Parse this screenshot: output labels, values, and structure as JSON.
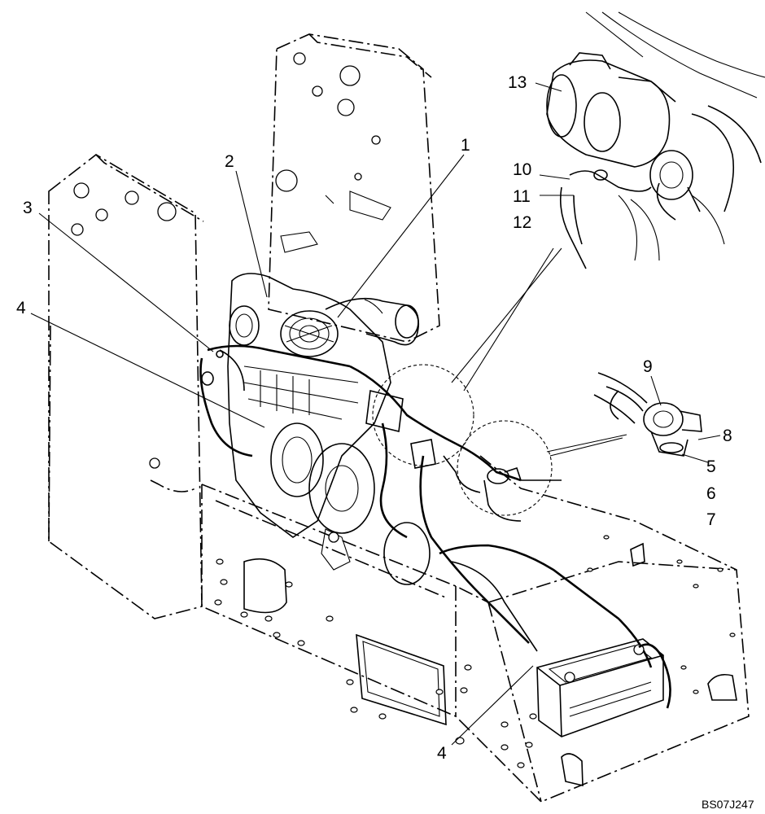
{
  "diagram": {
    "reference_code": "BS07J247",
    "callouts": {
      "c1": "1",
      "c2": "2",
      "c3": "3",
      "c4a": "4",
      "c4b": "4",
      "c5": "5",
      "c6": "6",
      "c7": "7",
      "c8": "8",
      "c9": "9",
      "c10": "10",
      "c11": "11",
      "c12": "12",
      "c13": "13"
    }
  }
}
